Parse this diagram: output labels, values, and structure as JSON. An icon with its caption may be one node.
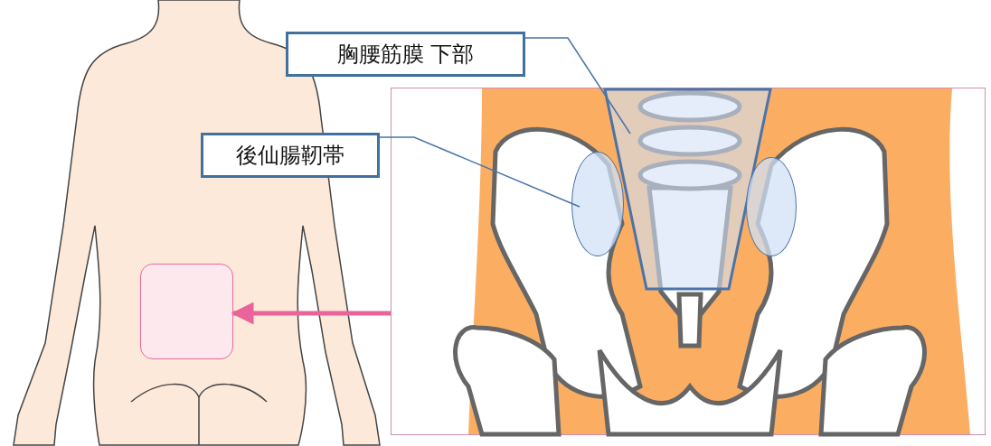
{
  "diagram": {
    "nodes": [
      {
        "text": [
          "胸腰筋膜 下部"
        ]
      },
      {
        "text": [
          "後仙腸靭帯"
        ]
      },
      {
        "text": [],
        "shape": "box"
      },
      {
        "text": [],
        "shape": "picture"
      },
      {
        "text": [],
        "shape": "box",
        "in": 3
      },
      {
        "text": [],
        "shape": "circle",
        "in": 3
      },
      {
        "text": [],
        "shape": "circle",
        "in": 3
      }
    ],
    "edges": [
      {
        "from": 0,
        "to": 4,
        "arrow": "none"
      },
      {
        "from": 1,
        "to": 5,
        "arrow": "none"
      },
      {
        "from": 3,
        "to": 2,
        "arrow": "to",
        "style": "thick",
        "color": "#e8649a"
      }
    ]
  }
}
